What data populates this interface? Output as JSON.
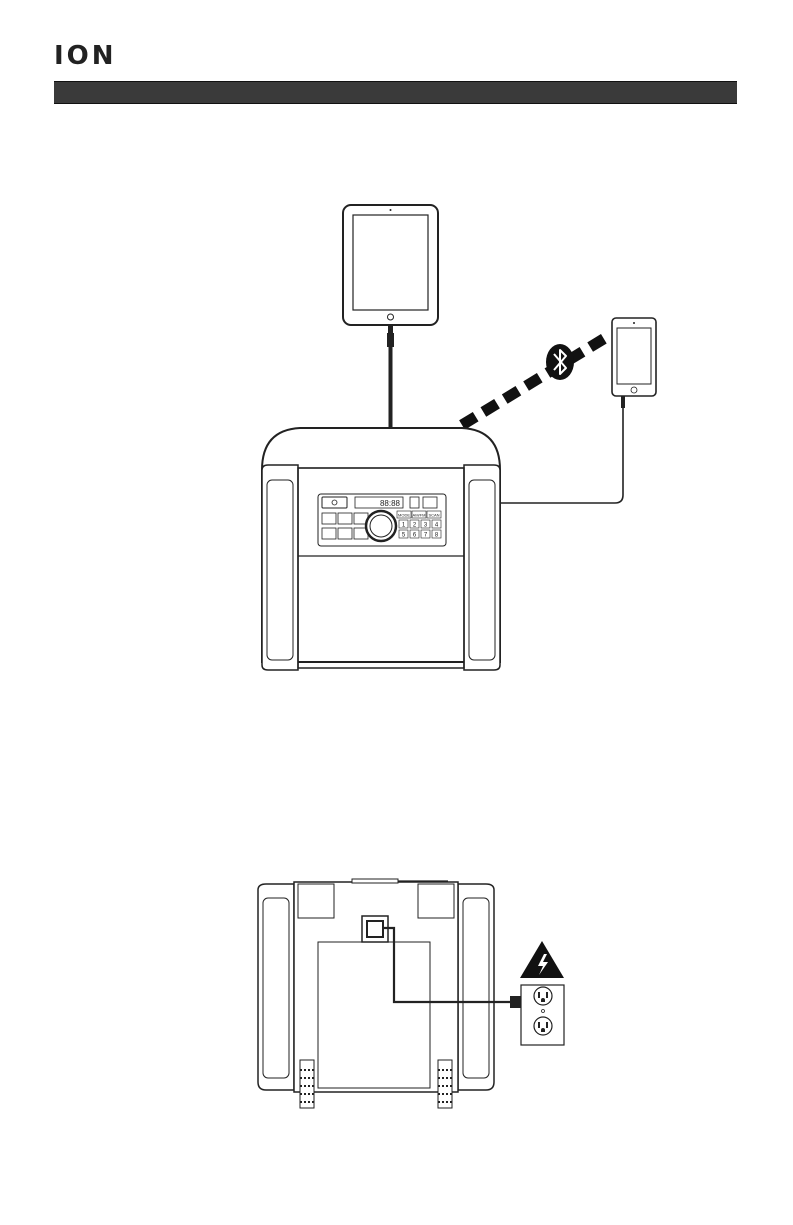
{
  "brand": {
    "logo_text": "ION"
  },
  "header_bar": {
    "color": "#3a3a3a"
  },
  "front_panel": {
    "display_text": "88:88",
    "preset_buttons": [
      "1",
      "2",
      "3",
      "4",
      "5",
      "6",
      "7",
      "8"
    ],
    "top_buttons": [
      "MODE",
      "AM/FM",
      "SCAN"
    ]
  },
  "icons": [
    "tablet-icon",
    "smartphone-icon",
    "bluetooth-icon",
    "audio-cable-icon",
    "power-outlet-icon",
    "high-voltage-warning-icon"
  ]
}
